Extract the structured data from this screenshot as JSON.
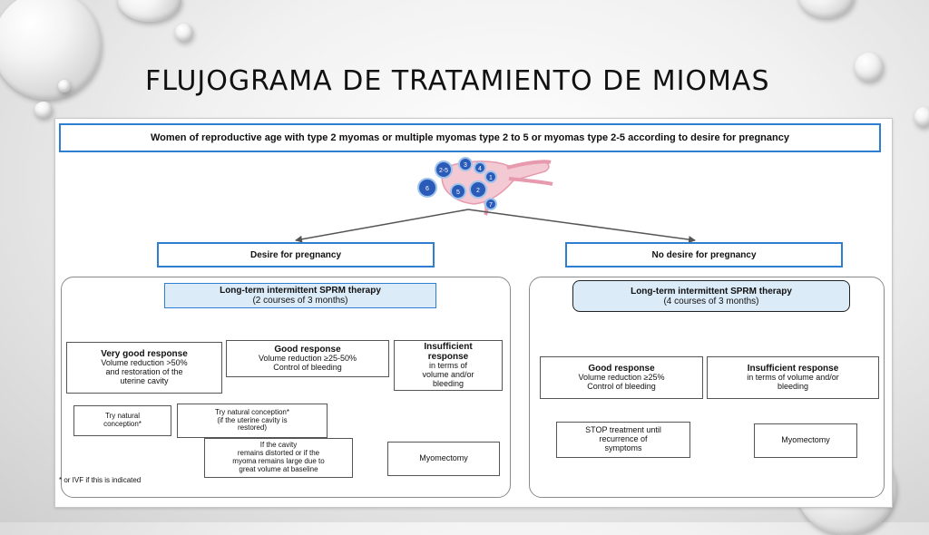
{
  "slide": {
    "title": "FLUJOGRAMA DE TRATAMIENTO DE MIOMAS"
  },
  "flowchart": {
    "header": "Women of reproductive age with type 2 myomas or multiple myomas type 2 to 5 or myomas type 2-5 according to desire for pregnancy",
    "uterus_labels": [
      "2-5",
      "3",
      "4",
      "1",
      "6",
      "2",
      "5",
      "7"
    ],
    "desire": {
      "branch_label": "Desire for pregnancy",
      "therapy_line1": "Long-term intermittent SPRM therapy",
      "therapy_line2": "(2 courses of 3 months)",
      "very_good": {
        "title": "Very good response",
        "line1": "Volume reduction >50%",
        "line2": "and restoration of the",
        "line3": "uterine cavity"
      },
      "good": {
        "title": "Good response",
        "line1": "Volume reduction ≥25-50%",
        "line2": "Control of bleeding"
      },
      "insufficient": {
        "line1": "Insufficient",
        "line2": "response",
        "line3": "in terms of",
        "line4": "volume and/or",
        "line5": "bleeding"
      },
      "try_natural": {
        "line1": "Try natural",
        "line2": "conception*"
      },
      "try_natural_restored": {
        "line1": "Try natural conception*",
        "line2": "(if the uterine cavity is",
        "line3": "restored)"
      },
      "distorted": {
        "line1": "If the cavity",
        "line2": "remains distorted or if the",
        "line3": "myoma remains large due to",
        "line4": "great volume at baseline"
      },
      "myomectomy": "Myomectomy",
      "footnote": "* or IVF if this is indicated"
    },
    "no_desire": {
      "branch_label": "No desire for pregnancy",
      "therapy_line1": "Long-term intermittent SPRM therapy",
      "therapy_line2": "(4 courses of 3 months)",
      "good": {
        "title": "Good response",
        "line1": "Volume reduction ≥25%",
        "line2": "Control of bleeding"
      },
      "insufficient": {
        "title": "Insufficient response",
        "line1": "in terms of volume and/or",
        "line2": "bleeding"
      },
      "stop": {
        "line1": "STOP treatment until",
        "line2": "recurrence of",
        "line3": "symptoms"
      },
      "myomectomy": "Myomectomy"
    }
  },
  "colors": {
    "box_border_blue": "#2f7fd0",
    "arrow_blue": "#3b82c4",
    "myoma_fill": "#2b5bb8",
    "uterus_pink": "#e79aae"
  }
}
